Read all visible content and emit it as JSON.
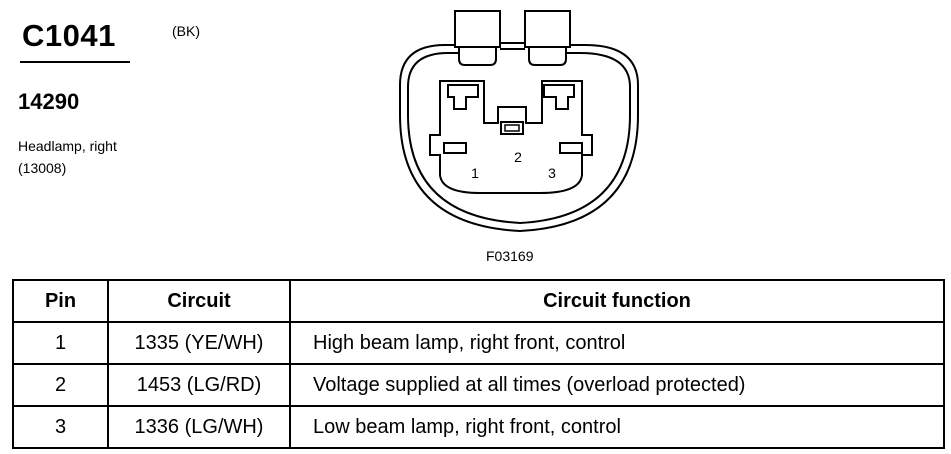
{
  "connector": {
    "id": "C1041",
    "color": "(BK)",
    "part_number": "14290",
    "description": "Headlamp, right",
    "description_code": "(13008)"
  },
  "diagram": {
    "figure_code": "F03169",
    "pin_labels": [
      "1",
      "2",
      "3"
    ]
  },
  "table": {
    "headers": [
      "Pin",
      "Circuit",
      "Circuit function"
    ],
    "rows": [
      {
        "pin": "1",
        "circuit": "1335 (YE/WH)",
        "function": "High beam lamp, right front, control"
      },
      {
        "pin": "2",
        "circuit": "1453 (LG/RD)",
        "function": "Voltage supplied at all times (overload protected)"
      },
      {
        "pin": "3",
        "circuit": "1336 (LG/WH)",
        "function": "Low beam lamp, right front, control"
      }
    ]
  }
}
